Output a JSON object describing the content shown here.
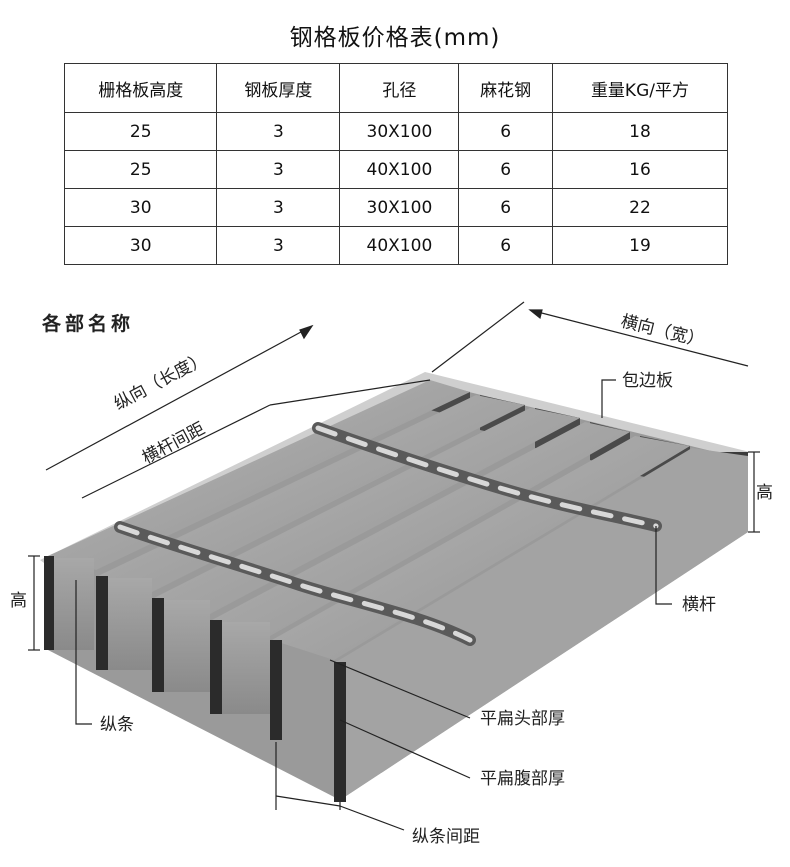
{
  "title": "钢格板价格表(mm)",
  "table": {
    "headers": [
      "栅格板高度",
      "钢板厚度",
      "孔径",
      "麻花钢",
      "重量KG/平方"
    ],
    "rows": [
      [
        "25",
        "3",
        "30X100",
        "6",
        "18"
      ],
      [
        "25",
        "3",
        "40X100",
        "6",
        "16"
      ],
      [
        "30",
        "3",
        "30X100",
        "6",
        "22"
      ],
      [
        "30",
        "3",
        "40X100",
        "6",
        "19"
      ]
    ]
  },
  "diagram": {
    "heading": "各部名称",
    "labels": {
      "longitudinal": "纵向（长度）",
      "cross_bar_pitch": "横杆间距",
      "transverse": "横向（宽）",
      "edge_plate": "包边板",
      "height_right": "高",
      "height_left": "高",
      "cross_bar": "横杆",
      "bearing_bar": "纵条",
      "flat_head_thickness": "平扁头部厚",
      "flat_belly_thickness": "平扁腹部厚",
      "bearing_bar_pitch": "纵条间距"
    }
  }
}
